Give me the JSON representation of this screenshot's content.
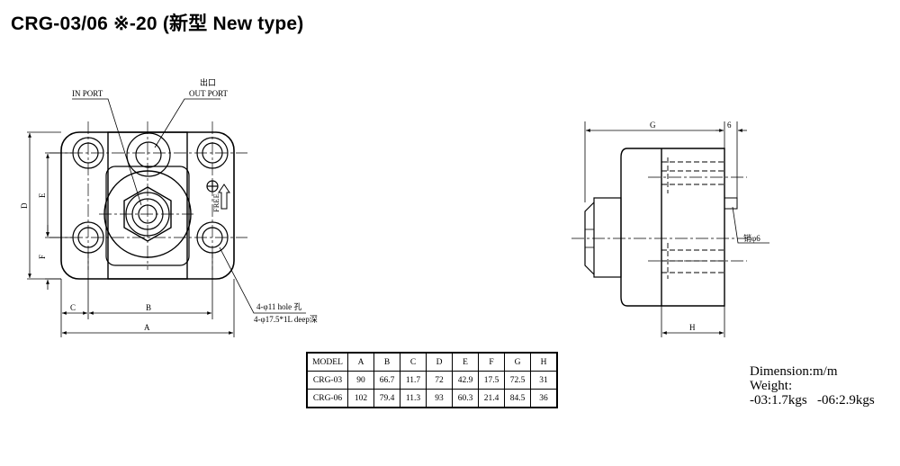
{
  "title": "CRG-03/06 ※-20 (新型 New type)",
  "front_view": {
    "in_port": "IN PORT",
    "out_port_cn": "出口",
    "out_port": "OUT PORT",
    "free": "FREE",
    "dim_a": "A",
    "dim_b": "B",
    "dim_c": "C",
    "dim_d": "D",
    "dim_e": "E",
    "dim_f": "F",
    "hole_note_1": "4-φ11 hole 孔",
    "hole_note_2": "4-φ17.5*1L deep深"
  },
  "side_view": {
    "dim_g": "G",
    "dim_h": "H",
    "dim_6": "6",
    "pin_note": "销φ6"
  },
  "table": {
    "header": [
      "MODEL",
      "A",
      "B",
      "C",
      "D",
      "E",
      "F",
      "G",
      "H"
    ],
    "rows": [
      [
        "CRG-03",
        "90",
        "66.7",
        "11.7",
        "72",
        "42.9",
        "17.5",
        "72.5",
        "31"
      ],
      [
        "CRG-06",
        "102",
        "79.4",
        "11.3",
        "93",
        "60.3",
        "21.4",
        "84.5",
        "36"
      ]
    ]
  },
  "info": {
    "dimension": "Dimension:m/m",
    "weight": "Weight:",
    "weights": "-03:1.7kgs   -06:2.9kgs"
  }
}
